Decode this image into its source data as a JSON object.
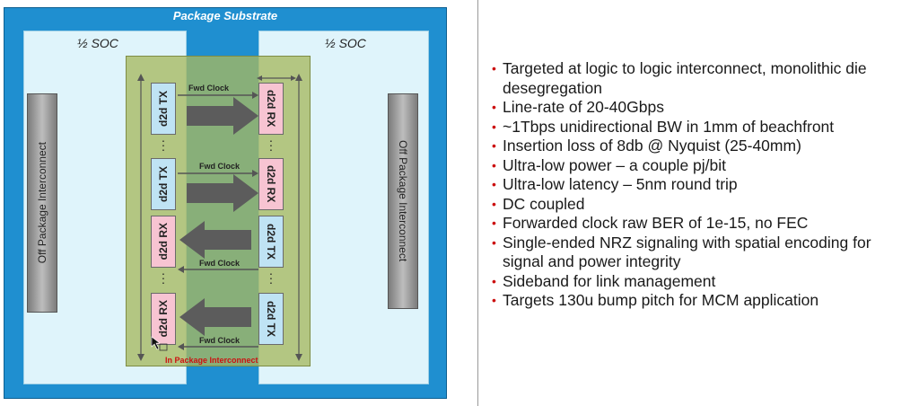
{
  "diagram": {
    "substrate_title": "Package Substrate",
    "soc_left_label": "½ SOC",
    "soc_right_label": "½ SOC",
    "off_package_left": "Off Package Interconnect",
    "off_package_right": "Off Package Interconnect",
    "in_package_label": "In Package Interconnect",
    "left_blocks": [
      {
        "label": "d2d TX",
        "kind": "tx"
      },
      {
        "label": "d2d TX",
        "kind": "tx"
      },
      {
        "label": "d2d RX",
        "kind": "rx"
      },
      {
        "label": "d2d RX",
        "kind": "rx"
      }
    ],
    "right_blocks": [
      {
        "label": "d2d RX",
        "kind": "rx"
      },
      {
        "label": "d2d RX",
        "kind": "rx"
      },
      {
        "label": "d2d TX",
        "kind": "tx"
      },
      {
        "label": "d2d TX",
        "kind": "tx"
      }
    ],
    "fwd_clock_label": "Fwd Clock",
    "colors": {
      "substrate": "#1f8fd0",
      "tx": "#bfe3f4",
      "rx": "#f7c4d2",
      "interconnect": "#a6b860",
      "bullet": "#cc1111"
    }
  },
  "bullets": [
    "Targeted at logic to logic interconnect, monolithic die desegregation",
    "Line-rate of 20-40Gbps",
    "~1Tbps unidirectional BW in 1mm of beachfront",
    "Insertion loss of 8db @ Nyquist (25-40mm)",
    "Ultra-low power – a couple pj/bit",
    "Ultra-low latency – 5nm round trip",
    "DC coupled",
    "Forwarded clock raw BER of 1e-15, no FEC",
    "Single-ended NRZ signaling with spatial encoding for signal and power integrity",
    "Sideband for link management",
    "Targets 130u bump pitch for MCM application"
  ]
}
